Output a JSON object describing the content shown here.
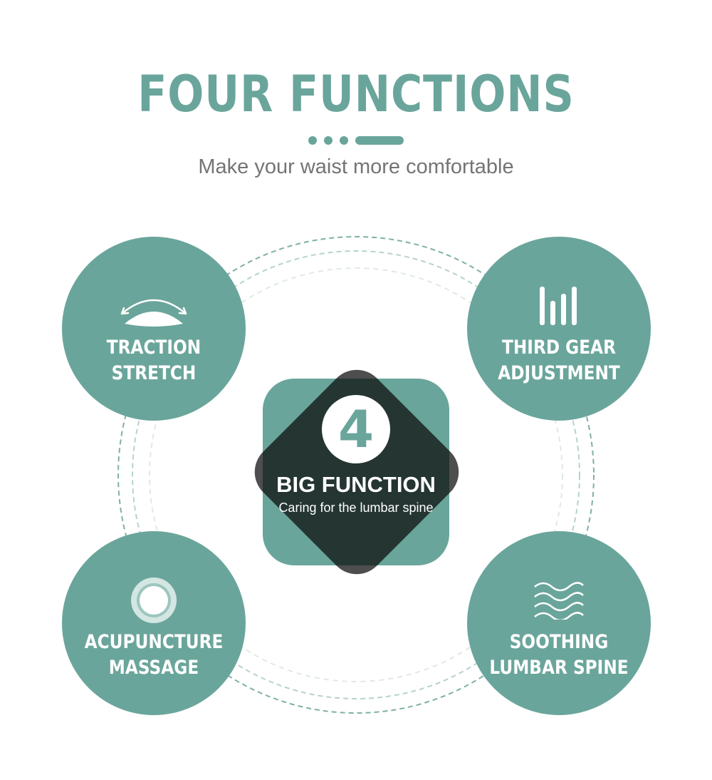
{
  "header": {
    "title": "FOUR FUNCTIONS",
    "subtitle": "Make your waist more comfortable"
  },
  "center": {
    "number": "4",
    "title": "BIG FUNCTION",
    "subtitle": "Caring for the lumbar spine"
  },
  "features": [
    {
      "line1": "TRACTION",
      "line2": "STRETCH",
      "icon": "arch-arrows-icon"
    },
    {
      "line1": "THIRD GEAR",
      "line2": "ADJUSTMENT",
      "icon": "level-bars-icon"
    },
    {
      "line1": "ACUPUNCTURE",
      "line2": "MASSAGE",
      "icon": "ring-icon"
    },
    {
      "line1": "SOOTHING",
      "line2": "LUMBAR SPINE",
      "icon": "waves-icon"
    }
  ],
  "colors": {
    "accent": "#6aa59b",
    "dark": "#222222",
    "subtitle_gray": "#747474"
  }
}
